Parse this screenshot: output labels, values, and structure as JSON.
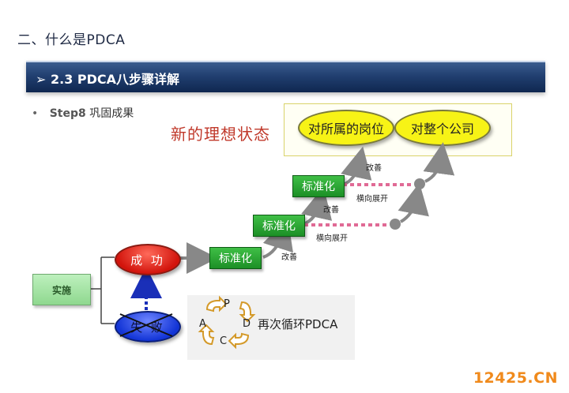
{
  "page_title": "二、什么是PDCA",
  "banner": {
    "arrow": "➢",
    "text": "2.3 PDCA八步骤详解"
  },
  "step": {
    "bullet": "•",
    "label": "Step8",
    "text": "巩固成果"
  },
  "new_state": "新的理想状态",
  "goals": {
    "left": "对所属的岗位",
    "right": "对整个公司"
  },
  "standardize": [
    "标准化",
    "标准化",
    "标准化"
  ],
  "improve_labels": [
    "改善",
    "改善",
    "改善"
  ],
  "horizontal_labels": [
    "横向展开",
    "横向展开"
  ],
  "implement": "实施",
  "success": "成 功",
  "failure": "失 败",
  "pdca_letters": {
    "p": "P",
    "d": "D",
    "c": "C",
    "a": "A"
  },
  "pdca_text": "再次循环PDCA",
  "watermark": "12425.CN",
  "colors": {
    "banner": "#213f70",
    "green": "#1c8f26",
    "red": "#d2140c",
    "blue": "#1234d6",
    "yellow": "#f7f316",
    "watermark": "#f08a1c"
  }
}
